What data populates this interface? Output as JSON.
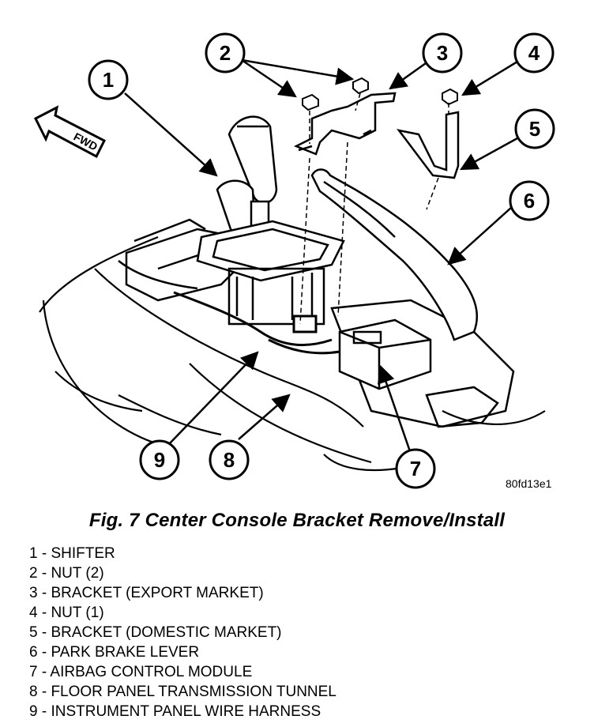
{
  "figure": {
    "code": "80fd13e1",
    "caption": "Fig. 7 Center Console Bracket Remove/Install",
    "fwd_label": "FWD"
  },
  "callouts": [
    "1",
    "2",
    "3",
    "4",
    "5",
    "6",
    "7",
    "8",
    "9"
  ],
  "legend": [
    "1 - SHIFTER",
    "2 - NUT (2)",
    "3 - BRACKET (EXPORT MARKET)",
    "4 - NUT (1)",
    "5 - BRACKET (DOMESTIC MARKET)",
    "6 - PARK BRAKE LEVER",
    "7 - AIRBAG CONTROL MODULE",
    "8 - FLOOR PANEL TRANSMISSION TUNNEL",
    "9 - INSTRUMENT PANEL WIRE HARNESS"
  ]
}
